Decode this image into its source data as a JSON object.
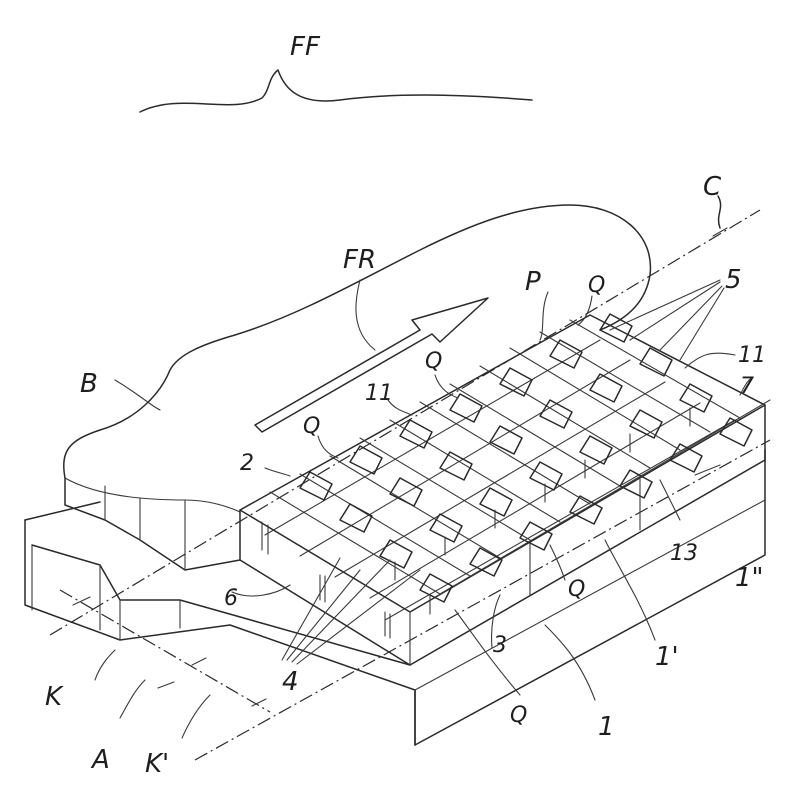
{
  "labels": {
    "FF": "FF",
    "FR": "FR",
    "B": "B",
    "C": "C",
    "P": "P",
    "Q": "Q",
    "n5": "5",
    "n11": "11",
    "n7": "7",
    "n2": "2",
    "n6": "6",
    "n3": "3",
    "n4": "4",
    "n1": "1",
    "n1p": "1'",
    "n1pp": "1\"",
    "n13": "13",
    "K": "K",
    "Kp": "K'",
    "A": "A"
  }
}
